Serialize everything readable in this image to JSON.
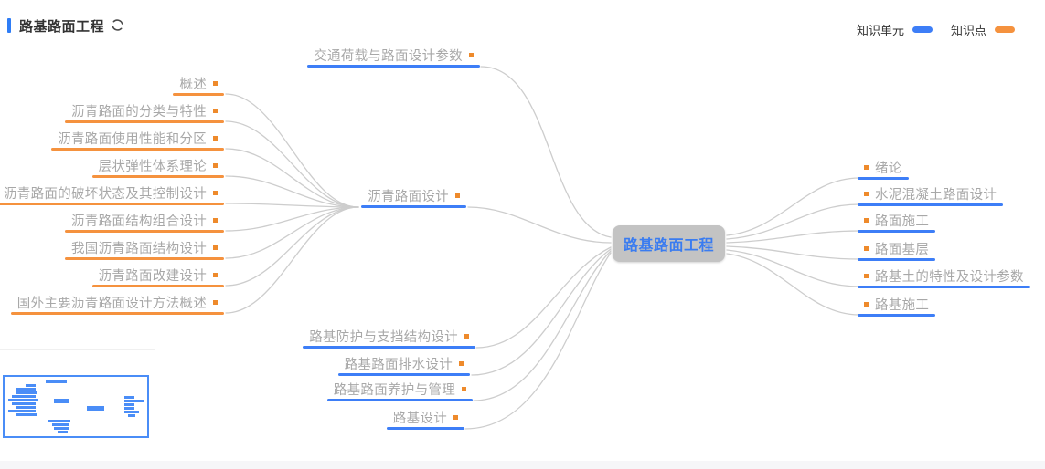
{
  "header": {
    "title": "路基路面工程"
  },
  "legend": {
    "unit": {
      "label": "知识单元",
      "color": "#3D7EF7"
    },
    "point": {
      "label": "知识点",
      "color": "#F5923E"
    }
  },
  "colors": {
    "unit_blue": "#3D7EF7",
    "point_orange": "#F5923E",
    "root_bg": "#C3C3C3",
    "root_text": "#3A7CF0",
    "node_text": "#A8A8A8",
    "link_gray": "#CDCDCD"
  },
  "mindmap": {
    "root": "路基路面工程",
    "top_unit": "交通荷载与路面设计参数",
    "mid_unit": "沥青路面设计",
    "left_points": [
      "概述",
      "沥青路面的分类与特性",
      "沥青路面使用性能和分区",
      "层状弹性体系理论",
      "沥青路面的破坏状态及其控制设计",
      "沥青路面结构组合设计",
      "我国沥青路面结构设计",
      "沥青路面改建设计",
      "国外主要沥青路面设计方法概述"
    ],
    "bottom_units": [
      "路基防护与支挡结构设计",
      "路基路面排水设计",
      "路基路面养护与管理",
      "路基设计"
    ],
    "right_units": [
      "绪论",
      "水泥混凝土路面设计",
      "路面施工",
      "路面基层",
      "路基土的特性及设计参数",
      "路基施工"
    ]
  }
}
